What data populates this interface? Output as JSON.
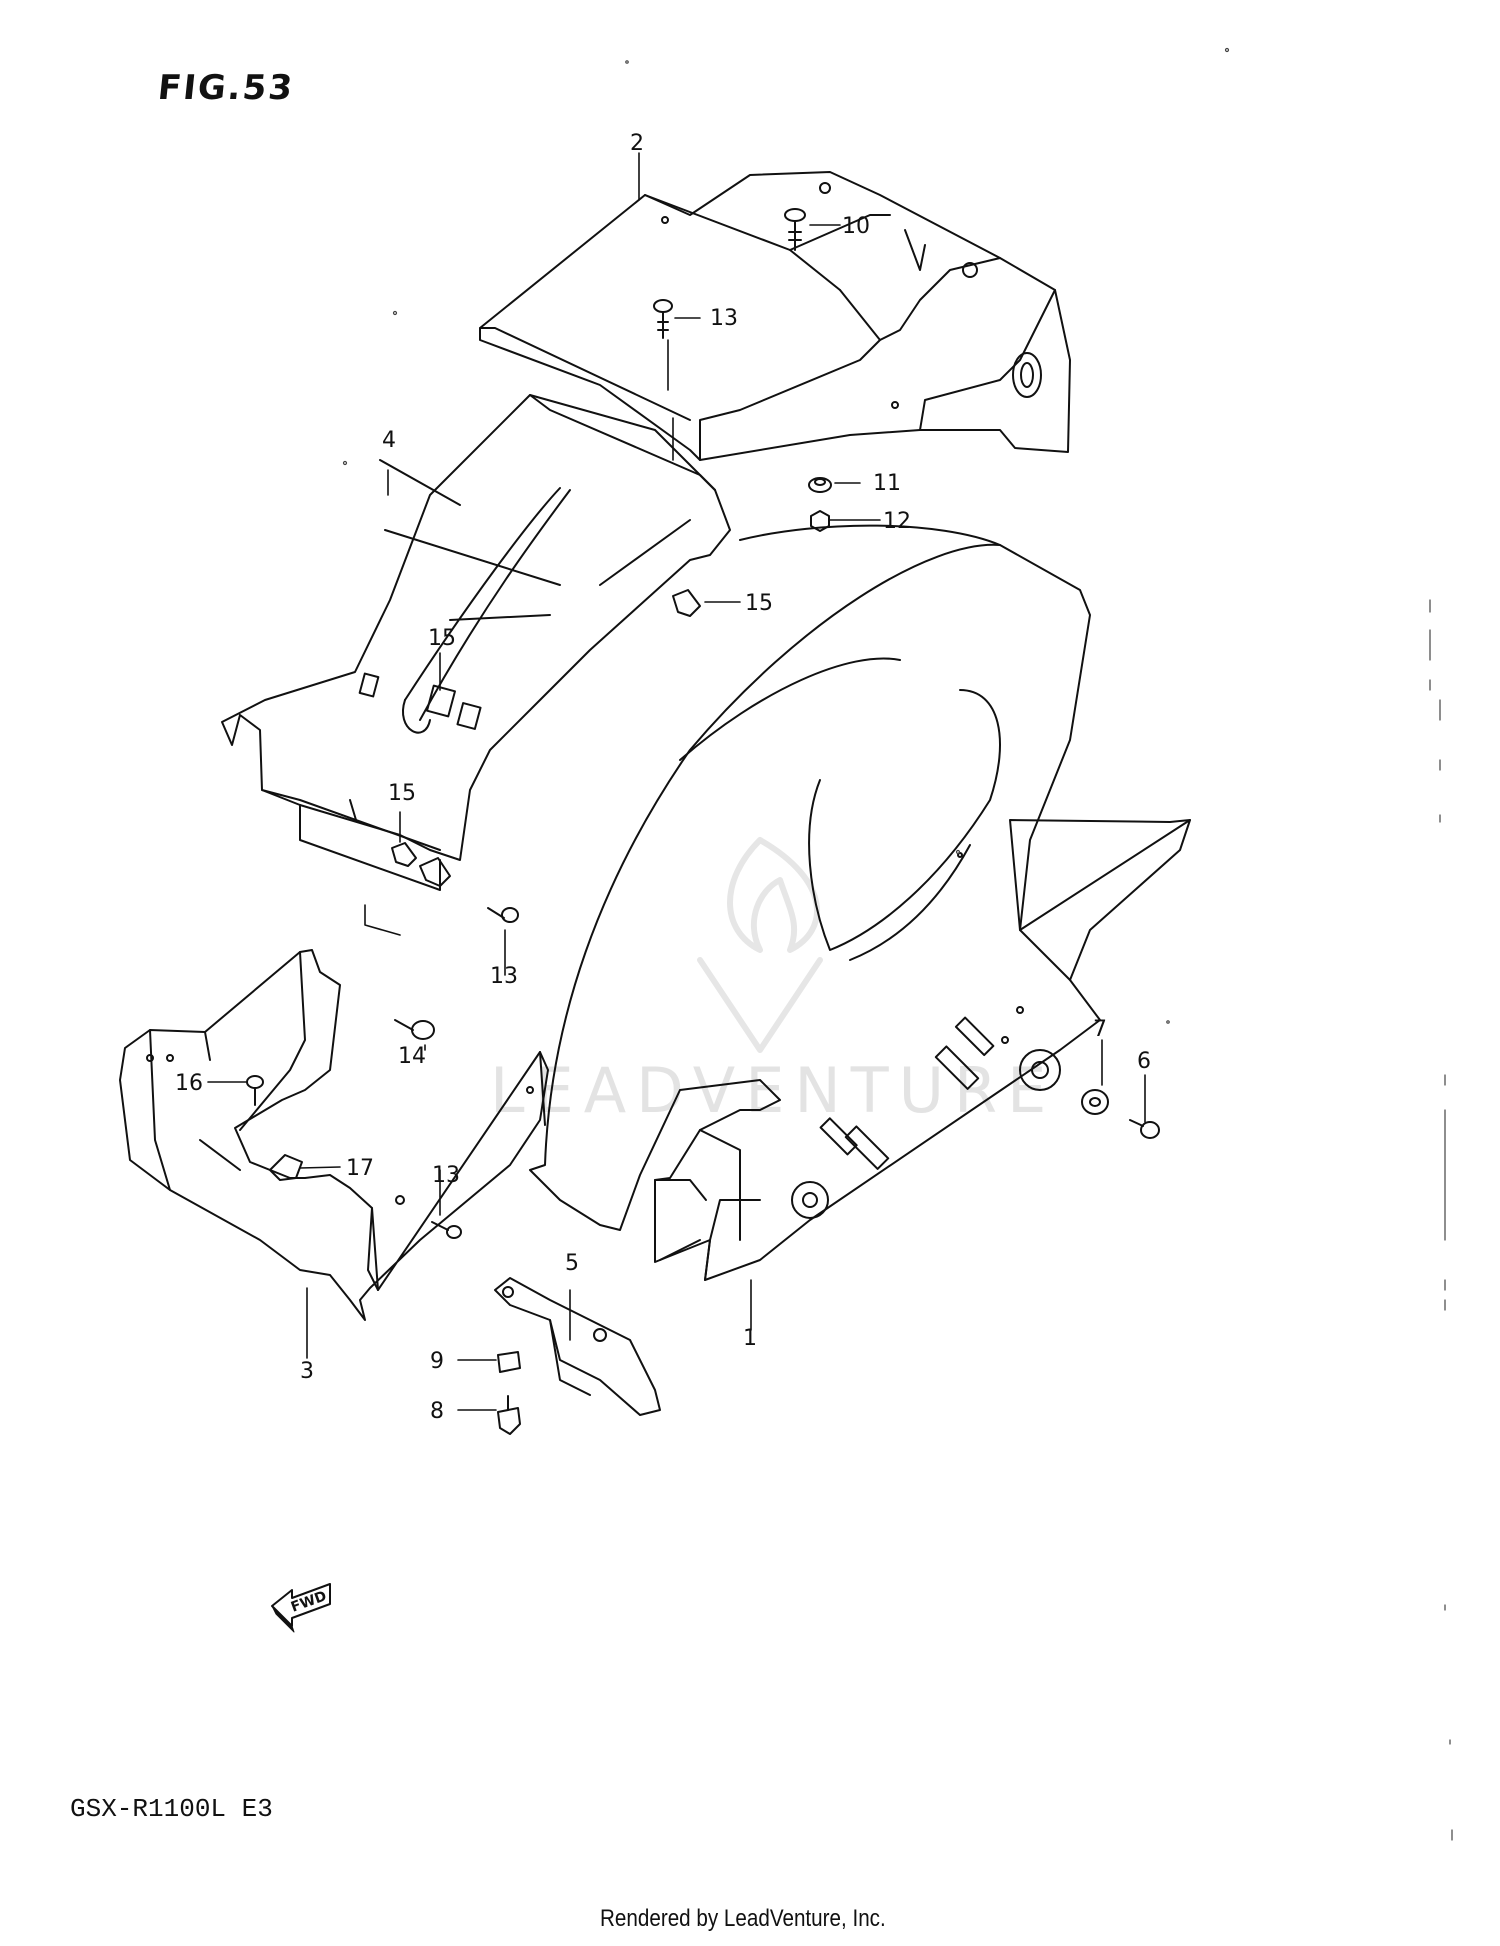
{
  "figure": {
    "title": "FIG.53",
    "model_code": "GSX-R1100L E3",
    "footer": "Rendered by LeadVenture, Inc.",
    "watermark": "LEADVENTURE",
    "direction_label": "FWD"
  },
  "parts": [
    {
      "label": "1"
    },
    {
      "label": "2"
    },
    {
      "label": "3"
    },
    {
      "label": "4"
    },
    {
      "label": "5"
    },
    {
      "label": "6"
    },
    {
      "label": "7"
    },
    {
      "label": "8"
    },
    {
      "label": "9"
    },
    {
      "label": "10"
    },
    {
      "label": "11"
    },
    {
      "label": "12"
    },
    {
      "label": "13"
    },
    {
      "label": "13"
    },
    {
      "label": "13"
    },
    {
      "label": "14"
    },
    {
      "label": "15"
    },
    {
      "label": "15"
    },
    {
      "label": "15"
    },
    {
      "label": "16"
    },
    {
      "label": "17"
    }
  ],
  "colors": {
    "line": "#111111",
    "paper": "#ffffff",
    "watermark": "#e3e3e3"
  }
}
